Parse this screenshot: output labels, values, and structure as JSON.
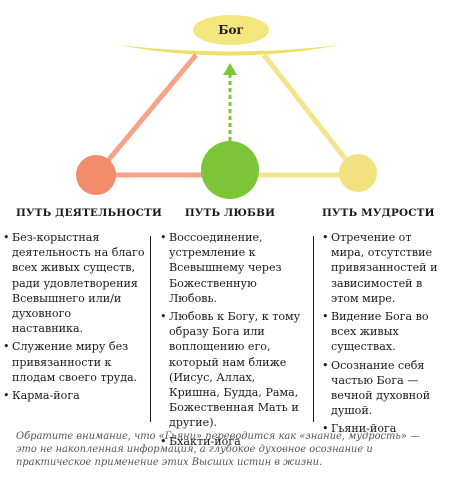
{
  "top_label": "Бог",
  "paths": [
    {
      "title": "ПУТЬ ДЕЯТЕЛЬНОСТИ",
      "color": "#f38a6a",
      "items": [
        "Без-корыстная деятельность на благо всех живых существ, ради удовлетворения Всевышнего или/и духовного наставника.",
        "Служение миру без привязанности к плодам своего труда.",
        "Карма-йога"
      ]
    },
    {
      "title": "ПУТЬ ЛЮБВИ",
      "color": "#7bc537",
      "items": [
        "Воссоединение, устремление к Всевышнему через Божественную Любовь.",
        "Любовь к Богу, к тому образу Бога или воплощению его, который нам ближе (Иисус, Аллах, Кришна, Будда, Рама, Божественная Мать и другие).",
        "Бхакти-йога"
      ]
    },
    {
      "title": "ПУТЬ МУДРОСТИ",
      "color": "#f2e27f",
      "items": [
        "Отречение от мира, отсутствие привязанностей и зависимостей в этом мире.",
        "Видение Бога во всех живых существах.",
        "Осознание себя частью Бога — вечной духовной душой.",
        "Гьяни-йога"
      ]
    }
  ],
  "note": "Обратите внимание, что «Гьяни» переводится как «знание, мудрость» — это не накопленная информация, а глубокое духовное осознание и практическое применение этих Высших истин в жизни.",
  "colors": {
    "god_oval": "#f3e67c",
    "arc": "#f0de6a",
    "arrow": "#7bc537"
  }
}
